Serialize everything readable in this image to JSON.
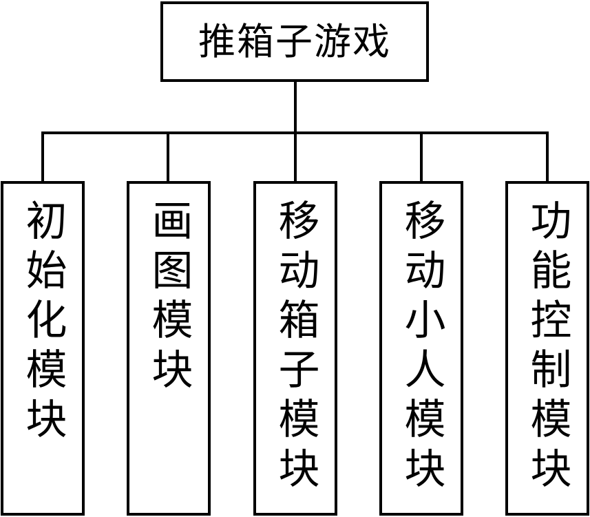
{
  "diagram": {
    "root": {
      "label": "推箱子游戏"
    },
    "children": [
      {
        "label": "初始化模块"
      },
      {
        "label": "画图模块"
      },
      {
        "label": "移动箱子模块"
      },
      {
        "label": "移动小人模块"
      },
      {
        "label": "功能控制模块"
      }
    ],
    "colors": {
      "line": "#000000",
      "background": "#ffffff",
      "text": "#000000"
    }
  }
}
